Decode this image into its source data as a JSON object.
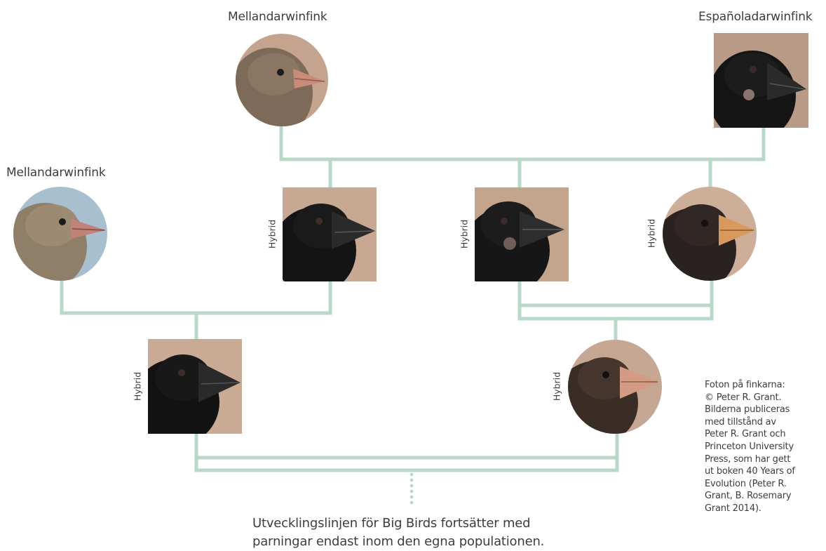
{
  "species_labels": {
    "top_left": "Mellandarwinfink",
    "top_right": "Españoladarwinfink",
    "left": "Mellandarwinfink"
  },
  "hybrid_labels": {
    "h1": "Hybrid",
    "h2": "Hybrid",
    "h3": "Hybrid",
    "h4": "Hybrid",
    "h5": "Hybrid"
  },
  "caption": {
    "line1": "Utvecklingslinjen för Big Birds fortsätter med",
    "line2": "parningar endast inom den egna populationen."
  },
  "credit": {
    "lines": [
      "Foton på finkarna:",
      "© Peter R. Grant.",
      "Bilderna publiceras",
      "med tillstånd av",
      "Peter R. Grant och",
      "Princeton University",
      "Press, som har gett",
      "ut boken 40 Years of",
      "Evolution (Peter R.",
      "Grant, B. Rosemary",
      "Grant 2014)."
    ]
  },
  "colors": {
    "line": "#b9d9c8",
    "dots": "#b9d9c8",
    "background_warm": "#c9a78f",
    "background_sky": "#9eb9c9"
  }
}
